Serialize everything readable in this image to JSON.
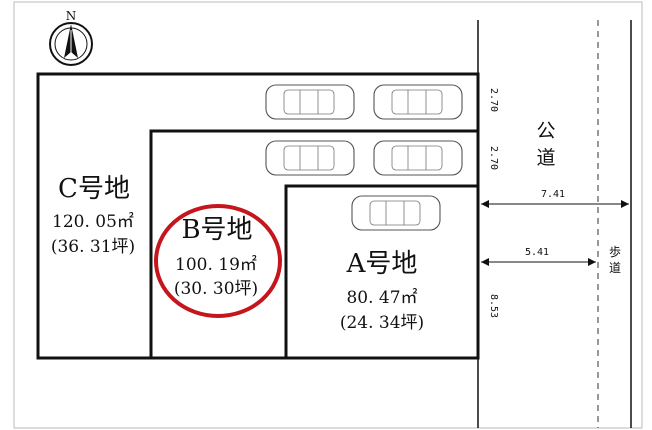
{
  "north_label": "N",
  "lots": {
    "c": {
      "name": "C号地",
      "area": "120. 05㎡",
      "tsubo": "(36. 31坪)"
    },
    "b": {
      "name": "B号地",
      "area": "100. 19㎡",
      "tsubo": "(30. 30坪)"
    },
    "a": {
      "name": "A号地",
      "area": "80. 47㎡",
      "tsubo": "(24. 34坪)"
    }
  },
  "road": {
    "public_road_1": "公",
    "public_road_2": "道",
    "sidewalk_1": "歩",
    "sidewalk_2": "道"
  },
  "dimensions": {
    "lane_top": "2.70",
    "lane_mid": "2.70",
    "lot_a_frontage": "8.53",
    "to_road_edge": "7.41",
    "to_sidewalk": "5.41"
  },
  "colors": {
    "highlight_circle": "#c4161c",
    "lines": "#111111"
  }
}
